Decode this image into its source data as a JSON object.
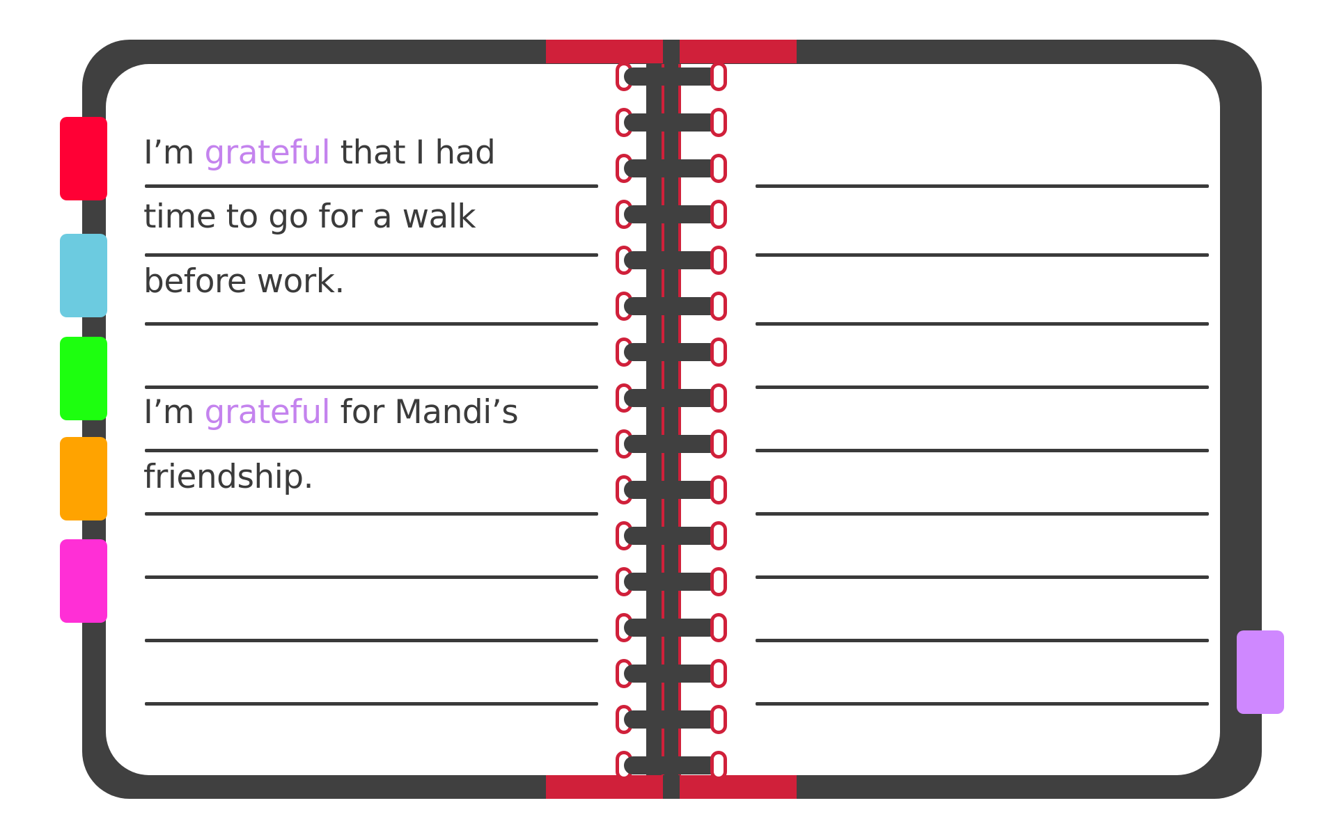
{
  "notebook": {
    "entries": [
      {
        "prefix": "I’m ",
        "highlight": "grateful",
        "suffix": " that I had"
      },
      {
        "text": "time to go for a walk"
      },
      {
        "text": "before work."
      },
      {
        "prefix": "I’m ",
        "highlight": "grateful",
        "suffix": " for Mandi’s"
      },
      {
        "text": "friendship."
      }
    ],
    "colors": {
      "cover": "#404040",
      "binding": "#d0203a",
      "highlight": "#c483ee",
      "ink": "#3b3b3b",
      "tabs": [
        "#ff0035",
        "#6ccbe0",
        "#1dff0f",
        "#ffa300",
        "#ff2fd6",
        "#cf88ff"
      ]
    },
    "icons": [
      "tab-red",
      "tab-blue",
      "tab-green",
      "tab-orange",
      "tab-pink",
      "tab-purple",
      "spiral-ring"
    ]
  }
}
